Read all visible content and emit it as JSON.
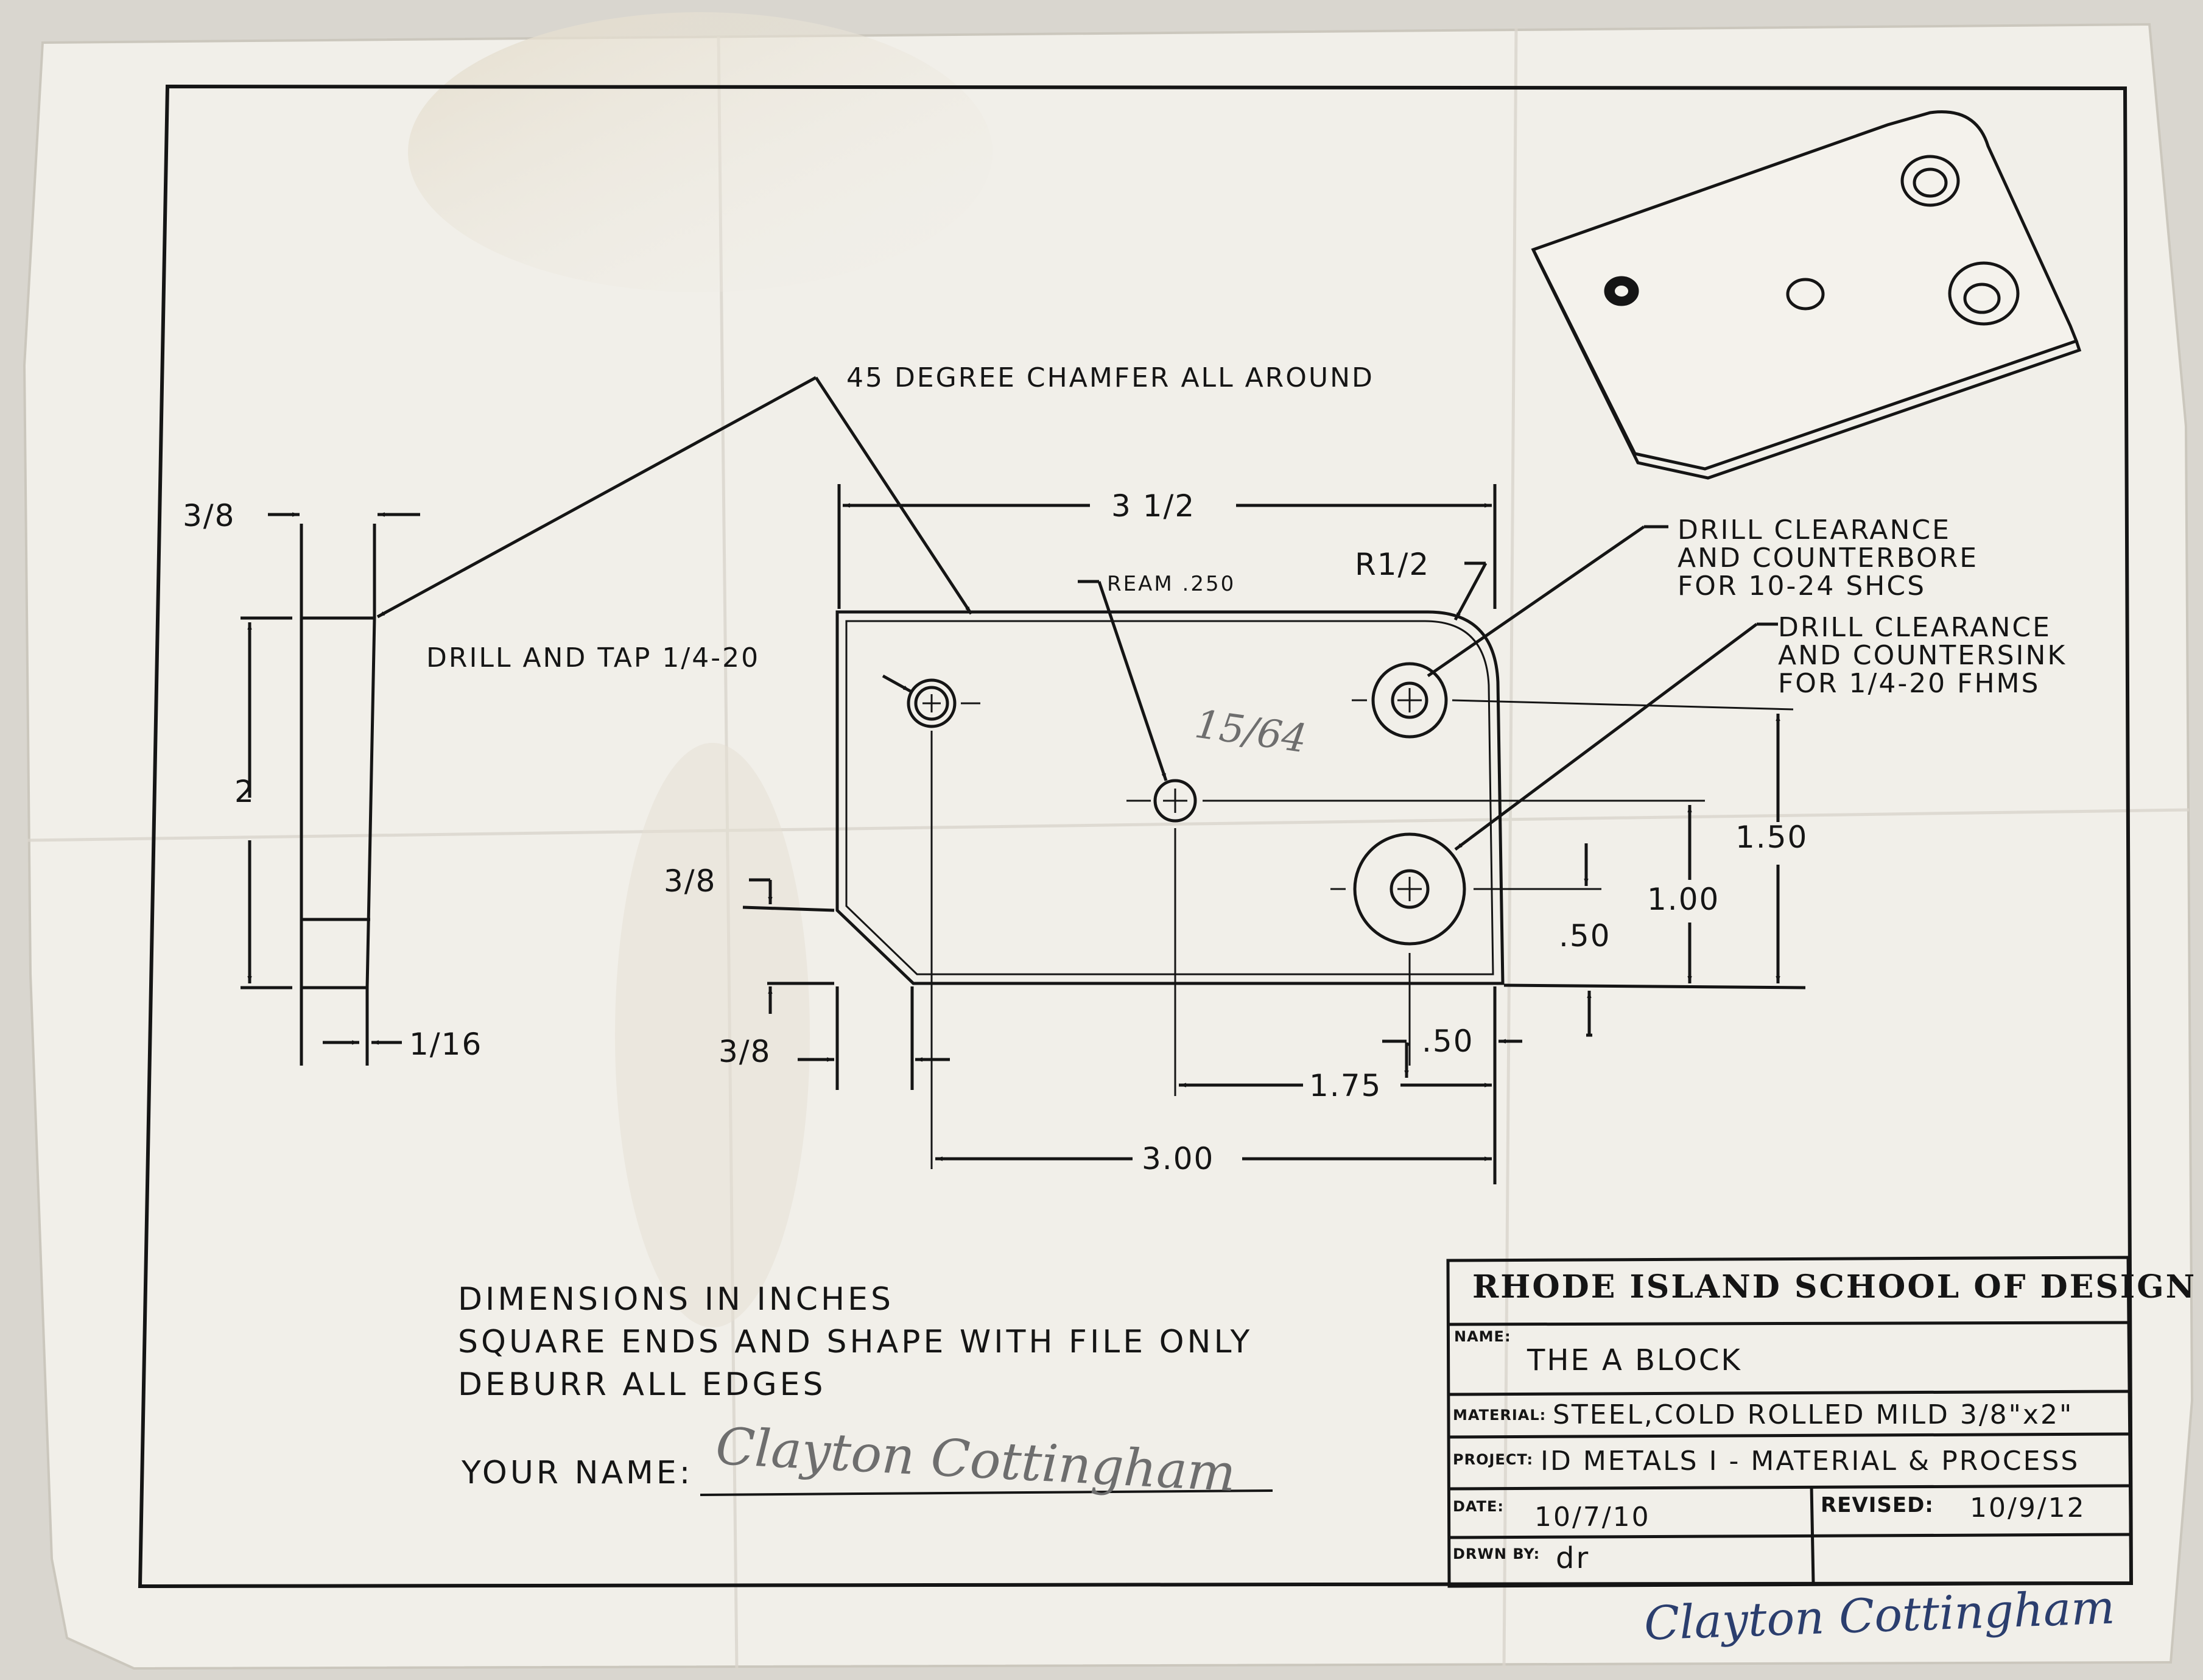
{
  "drawing": {
    "chamfer_note": "45 DEGREE CHAMFER ALL AROUND",
    "side_view": {
      "thickness": "3/8",
      "height": "2",
      "chamfer_size": "1/16"
    },
    "plan_view": {
      "length": "3 1/2",
      "corner_radius": "R1/2",
      "ream_note": "REAM .250",
      "ream_handwritten": "15/64",
      "tap_note": "DRILL AND TAP 1/4-20",
      "counterbore_note": [
        "DRILL CLEARANCE",
        "AND COUNTERBORE",
        "FOR 10-24 SHCS"
      ],
      "countersink_note": [
        "DRILL CLEARANCE",
        "AND COUNTERSINK",
        "FOR 1/4-20 FHMS"
      ],
      "chamfer_height": "3/8",
      "chamfer_width": "3/8",
      "dim_150": "1.50",
      "dim_100": "1.00",
      "dim_050_vertical": ".50",
      "dim_050_horizontal": ".50",
      "dim_175": "1.75",
      "dim_300": "3.00"
    }
  },
  "notes": {
    "line1": "DIMENSIONS IN INCHES",
    "line2": "SQUARE ENDS AND SHAPE WITH FILE ONLY",
    "line3": "DEBURR ALL EDGES",
    "your_name_label": "YOUR NAME:",
    "your_name_value": "Clayton Cottingham"
  },
  "title_block": {
    "school": "RHODE ISLAND SCHOOL OF DESIGN",
    "name_label": "NAME:",
    "name_value": "THE A BLOCK",
    "material_label": "MATERIAL:",
    "material_value": "STEEL,COLD ROLLED MILD 3/8\"x2\"",
    "project_label": "PROJECT:",
    "project_value": "ID METALS I - MATERIAL & PROCESS",
    "date_label": "DATE:",
    "date_value": "10/7/10",
    "revised_label": "REVISED:",
    "revised_value": "10/9/12",
    "drawn_by_label": "DRWN BY:",
    "drawn_by_value": "dr"
  },
  "signature": "Clayton Cottingham",
  "colors": {
    "paper": "#f1efe9",
    "ink": "#151515",
    "pencil": "#6e6e6e",
    "pen": "#2b3e6e",
    "background": "#d9d6cf"
  }
}
